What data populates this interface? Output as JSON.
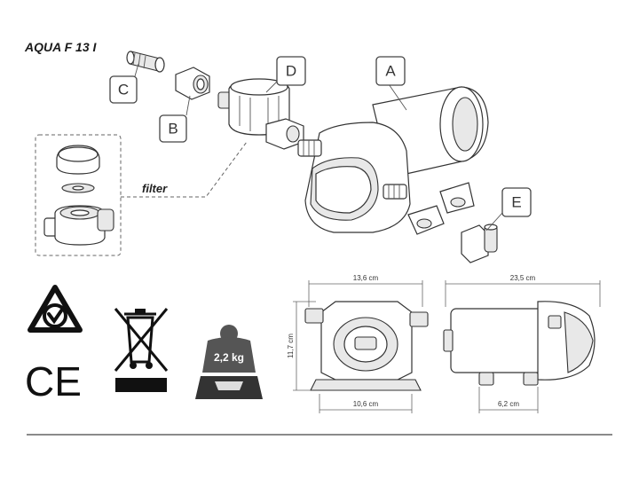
{
  "title": "AQUA F 13 I",
  "callouts": {
    "a": "A",
    "b": "B",
    "c": "C",
    "d": "D",
    "e": "E"
  },
  "filter_label": "filter",
  "weight_label": "2,2 kg",
  "ce_mark": "CE",
  "dimensions": {
    "front_width": "13,6 cm",
    "front_height": "11,7 cm",
    "front_base": "10,6 cm",
    "side_length": "23,5 cm",
    "side_base": "6,2 cm"
  },
  "icons": {
    "rcm": "rcm-compliance-mark-icon",
    "weee": "weee-crossed-bin-icon",
    "scale": "weight-scale-icon"
  }
}
